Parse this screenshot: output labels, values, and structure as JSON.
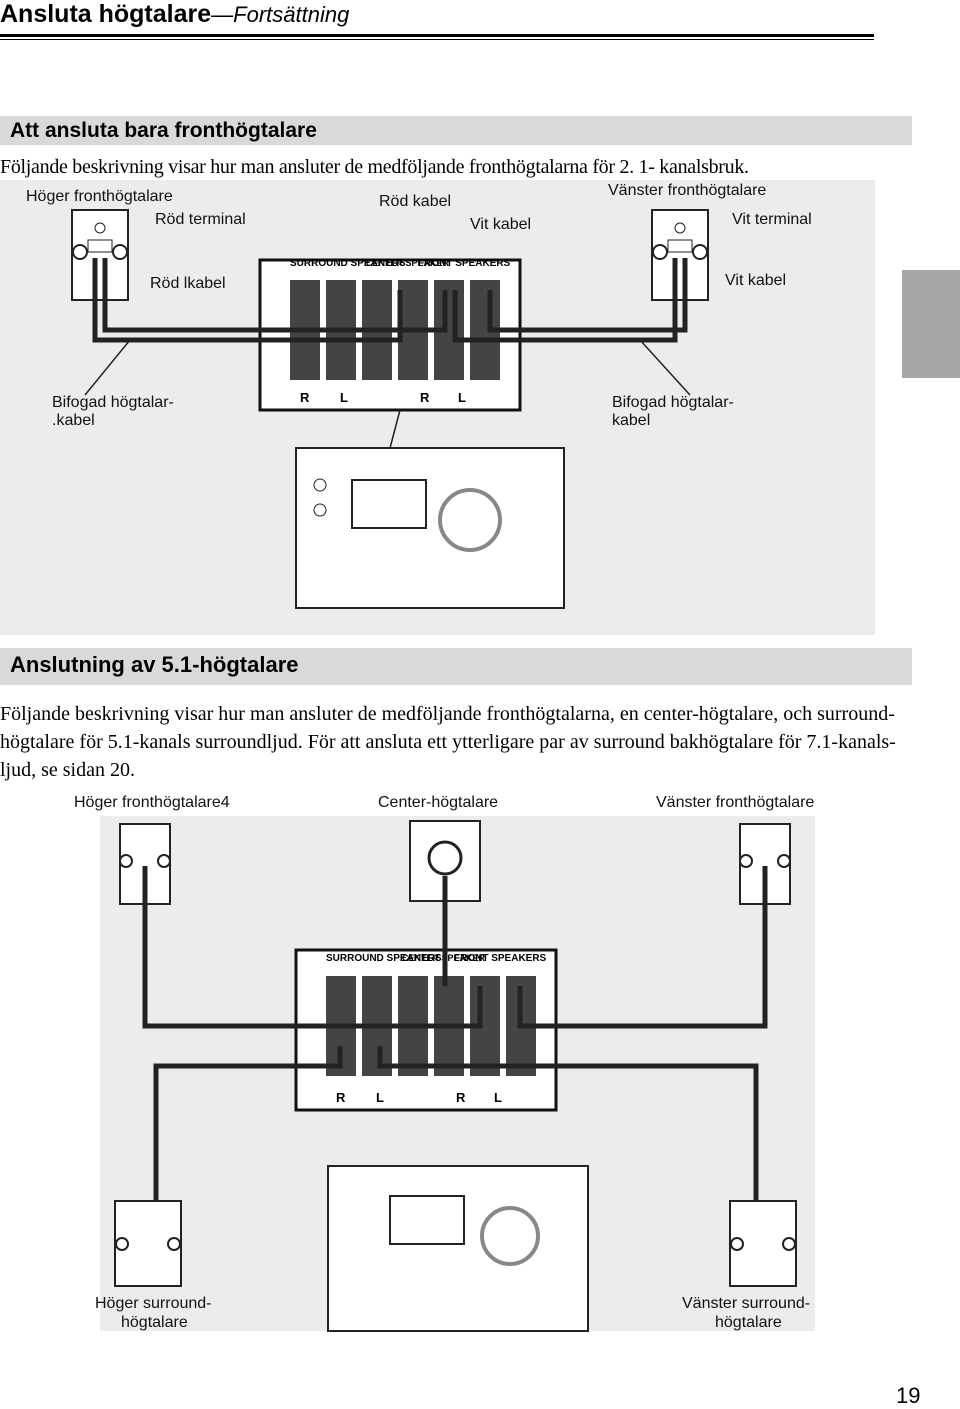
{
  "header": {
    "title": "Ansluta högtalare",
    "subtitle": "—Fortsättning"
  },
  "section1": {
    "heading": "Att ansluta bara fronthögtalare",
    "intro": "Följande beskrivning visar hur man ansluter de medföljande fronthögtalarna för 2. 1- kanalsbruk.",
    "diagram_labels": {
      "right_front": "Höger fronthögtalare",
      "red_terminal": "Röd terminal",
      "red_cable_top": "Röd kabel",
      "left_front": "Vänster fronthögtalare",
      "white_cable_center": "Vit kabel",
      "white_terminal": "Vit terminal",
      "red_cable_left": "Röd lkabel",
      "white_cable_right": "Vit kabel",
      "cable_left_1": "Bifogad högtalar-",
      "cable_left_2": ".kabel",
      "cable_right_1": "Bifogad högtalar-",
      "cable_right_2": "kabel"
    },
    "panel": {
      "surround": "SURROUND SPEAKERS",
      "center": "CENTER SPEAKER",
      "front": "FRONT SPEAKERS",
      "r1": "R",
      "l1": "L",
      "r2": "R",
      "l2": "L"
    }
  },
  "section2": {
    "heading": "Anslutning av 5.1-högtalare",
    "intro": "Följande beskrivning visar hur man ansluter de medföljande fronthögtalarna, en center-högtalare, och surround-högtalare för 5.1-kanals surroundljud. För att ansluta ett ytterligare par av surround bakhögtalare för 7.1-kanals-ljud, se sidan 20.",
    "diagram_labels": {
      "right_front": "Höger fronthögtalare4",
      "center": "Center-högtalare",
      "left_front": "Vänster fronthögtalare",
      "right_surround_1": "Höger surround-",
      "right_surround_2": "högtalare",
      "left_surround_1": "Vänster surround-",
      "left_surround_2": "högtalare"
    },
    "panel": {
      "surround": "SURROUND SPEAKERS",
      "center": "CENTER SPEAKER",
      "front": "FRONT SPEAKERS",
      "r1": "R",
      "l1": "L",
      "r2": "R",
      "l2": "L"
    }
  },
  "page_number": "19"
}
